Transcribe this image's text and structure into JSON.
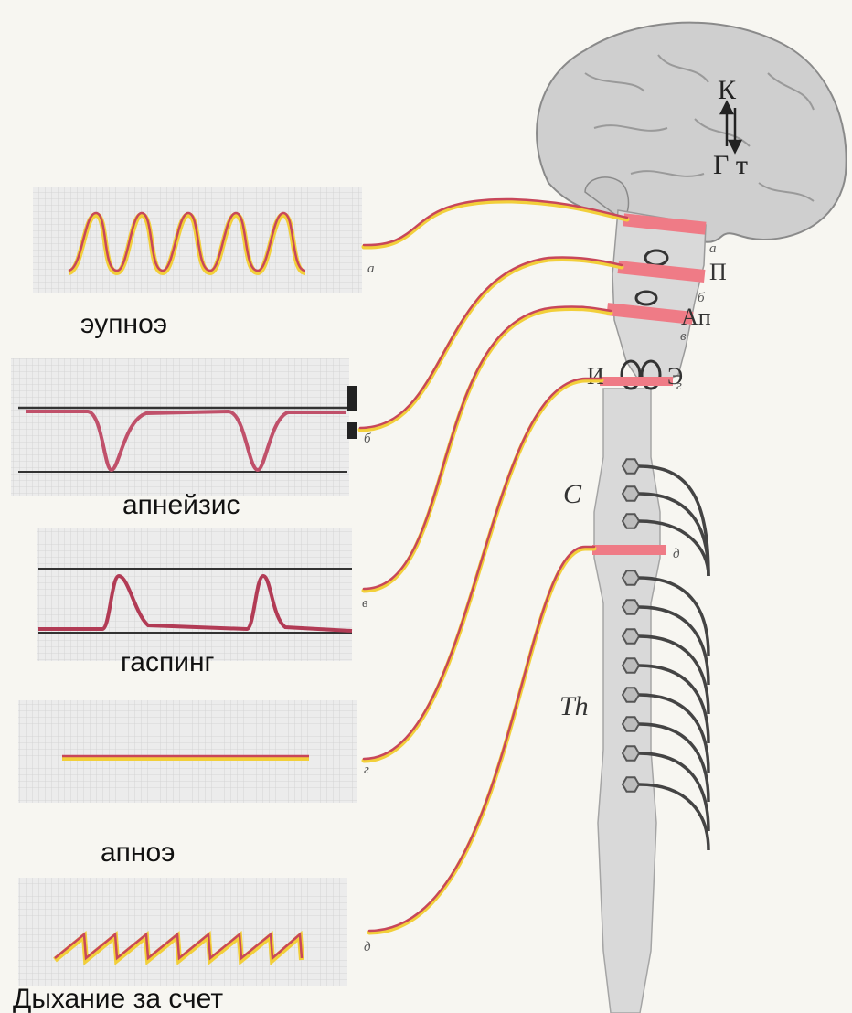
{
  "panels": [
    {
      "id": "a",
      "label": "эупноэ",
      "marker": "а"
    },
    {
      "id": "b",
      "label": "апнейзис",
      "marker": "б"
    },
    {
      "id": "v",
      "label": "гаспинг",
      "marker": "в"
    },
    {
      "id": "g",
      "label": "апноэ",
      "marker": "г"
    },
    {
      "id": "d",
      "label": "Дыхание за счет",
      "marker": "д"
    }
  ],
  "brainstem": {
    "cortex": "К",
    "hypothalamus": "Г т",
    "pons": "П",
    "apneustic": "Ап",
    "inspiratory": "И",
    "expiratory": "Э",
    "cut_markers": [
      "а",
      "б",
      "в",
      "г",
      "д"
    ]
  },
  "spinal": {
    "cervical": "C",
    "thoracic": "Th"
  },
  "colors": {
    "trace_red": "#c8475a",
    "trace_yellow": "#f2cf3a",
    "cut_pink": "#ef7b86",
    "grid": "#cfcfcf",
    "tissue": "#d9d9d9"
  }
}
